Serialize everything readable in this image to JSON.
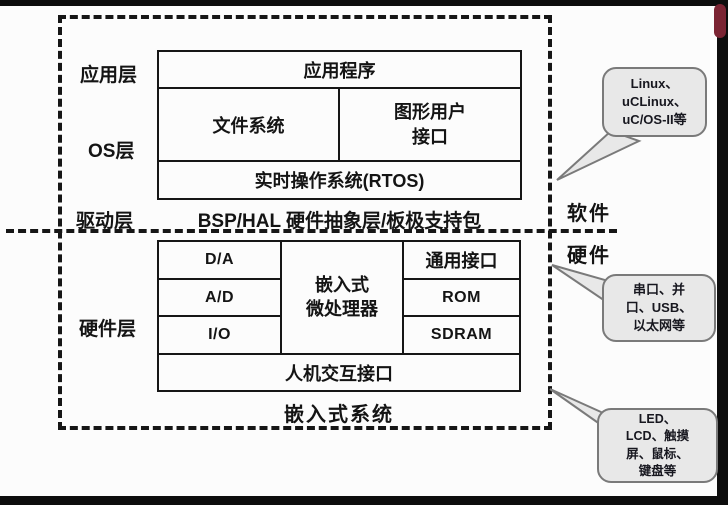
{
  "layers": {
    "application": "应用层",
    "os": "OS层",
    "driver": "驱动层",
    "hardware": "硬件层"
  },
  "software_stack": {
    "application": "应用程序",
    "file_system": "文件系统",
    "gui_line1": "图形用户",
    "gui_line2": "接口",
    "rtos": "实时操作系统(RTOS)",
    "bsp_hal": "BSP/HAL 硬件抽象层/板极支持包"
  },
  "hardware_grid": {
    "da": "D/A",
    "ad": "A/D",
    "io": "I/O",
    "cpu_line1": "嵌入式",
    "cpu_line2": "微处理器",
    "general_interface": "通用接口",
    "rom": "ROM",
    "sdram": "SDRAM",
    "hmi": "人机交互接口"
  },
  "caption": "嵌入式系统",
  "side_labels": {
    "software": "软件",
    "hardware": "硬件"
  },
  "callouts": {
    "os_examples": {
      "lines": [
        "Linux、",
        "uCLinux、",
        "uC/OS-II等"
      ]
    },
    "io_examples": {
      "lines": [
        "串口、并",
        "口、USB、",
        "以太网等"
      ]
    },
    "hmi_examples": {
      "lines": [
        "LED、",
        "LCD、触摸",
        "屏、鼠标、",
        "键盘等"
      ]
    }
  },
  "colors": {
    "ink": "#161616",
    "frame_bar": "#0d0d0d",
    "accent_red": "#7b2433",
    "bubble_fill": "#e8e8e8",
    "bubble_border": "#7a7a7a"
  }
}
